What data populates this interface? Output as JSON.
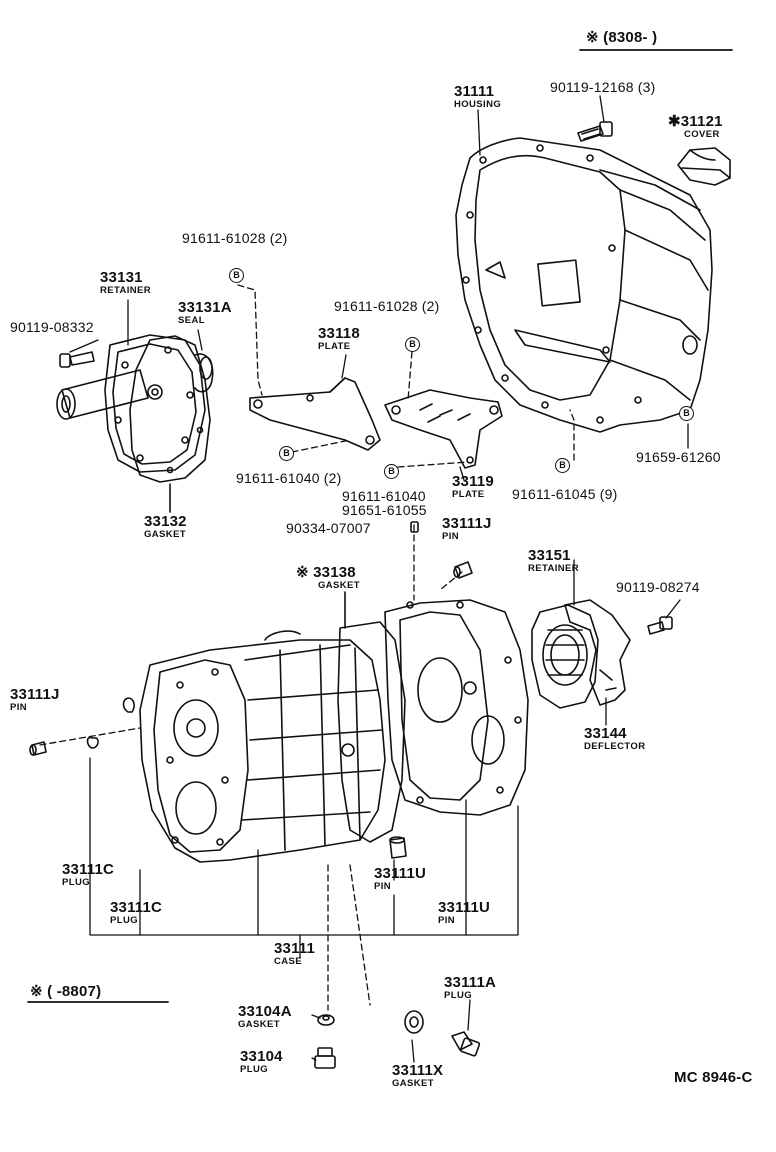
{
  "header": {
    "range_top": "※ (8308-      )",
    "range_bottom": "※ (      -8807)"
  },
  "footer": {
    "code": "MC 8946-C"
  },
  "bolt_marker": "B",
  "parts": {
    "p31111": {
      "number": "31111",
      "name": "HOUSING"
    },
    "p90119_12168": {
      "number": "90119-12168 (3)"
    },
    "p31121": {
      "number": "✱31121",
      "name": "COVER"
    },
    "p91611_61028_a": {
      "number": "91611-61028 (2)"
    },
    "p91611_61028_b": {
      "number": "91611-61028 (2)"
    },
    "p33131": {
      "number": "33131",
      "name": "RETAINER"
    },
    "p33131A": {
      "number": "33131A",
      "name": "SEAL"
    },
    "p90119_08332": {
      "number": "90119-08332"
    },
    "p33118": {
      "number": "33118",
      "name": "PLATE"
    },
    "p91611_61040_2": {
      "number": "91611-61040 (2)"
    },
    "p33119": {
      "number": "33119",
      "name": "PLATE"
    },
    "p91611_61040": {
      "number": "91611-61040"
    },
    "p91651_61055": {
      "number": "91651-61055"
    },
    "p91611_61045": {
      "number": "91611-61045 (9)"
    },
    "p91659_61260": {
      "number": "91659-61260"
    },
    "p33132": {
      "number": "33132",
      "name": "GASKET"
    },
    "p90334_07007": {
      "number": "90334-07007"
    },
    "p33111J_top": {
      "number": "33111J",
      "name": "PIN"
    },
    "p33138": {
      "number": "※ 33138",
      "name": "GASKET"
    },
    "p33151": {
      "number": "33151",
      "name": "RETAINER"
    },
    "p90119_08274": {
      "number": "90119-08274"
    },
    "p33111J_left": {
      "number": "33111J",
      "name": "PIN"
    },
    "p33144": {
      "number": "33144",
      "name": "DEFLECTOR"
    },
    "p33111C_a": {
      "number": "33111C",
      "name": "PLUG"
    },
    "p33111C_b": {
      "number": "33111C",
      "name": "PLUG"
    },
    "p33111U_a": {
      "number": "33111U",
      "name": "PIN"
    },
    "p33111U_b": {
      "number": "33111U",
      "name": "PIN"
    },
    "p33111": {
      "number": "33111",
      "name": "CASE"
    },
    "p33111A": {
      "number": "33111A",
      "name": "PLUG"
    },
    "p33104A": {
      "number": "33104A",
      "name": "GASKET"
    },
    "p33104": {
      "number": "33104",
      "name": "PLUG"
    },
    "p33111X": {
      "number": "33111X",
      "name": "GASKET"
    }
  }
}
